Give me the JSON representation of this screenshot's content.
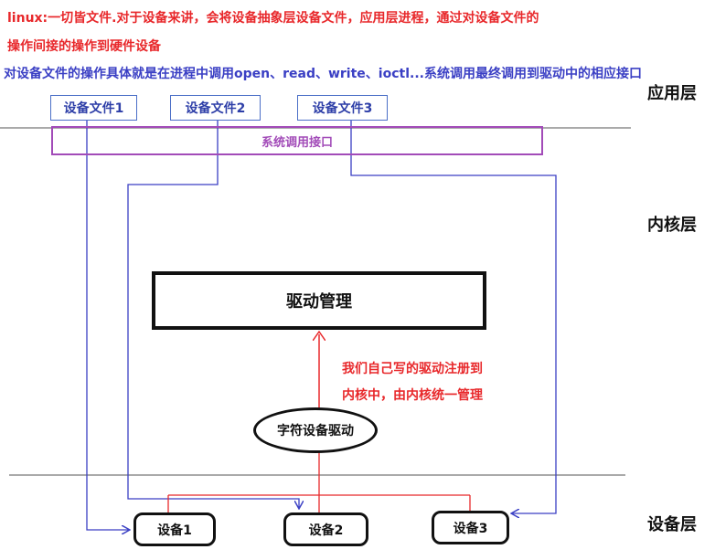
{
  "intro": {
    "line1": "linux:一切皆文件.对于设备来讲，会将设备抽象层设备文件，应用层进程，通过对设备文件的",
    "line2": "操作间接的操作到硬件设备",
    "line3": "对设备文件的操作具体就是在进程中调用open、read、write、ioctl...系统调用最终调用到驱动中的相应接口"
  },
  "layers": {
    "app": "应用层",
    "kernel": "内核层",
    "device": "设备层"
  },
  "device_files": [
    "设备文件1",
    "设备文件2",
    "设备文件3"
  ],
  "syscall_interface": "系统调用接口",
  "driver_management": "驱动管理",
  "char_driver": "字符设备驱动",
  "register_note": {
    "line1": "我们自己写的驱动注册到",
    "line2": "内核中，由内核统一管理"
  },
  "devices": [
    "设备1",
    "设备2",
    "设备3"
  ],
  "colors": {
    "intro_text": "#e8282b",
    "syscall_text": "#3a3fc4",
    "device_file_border": "#4b6fc7",
    "syscall_box": "#a24bb8",
    "connector_blue": "#3a3fc4",
    "connector_red": "#e8282b"
  }
}
